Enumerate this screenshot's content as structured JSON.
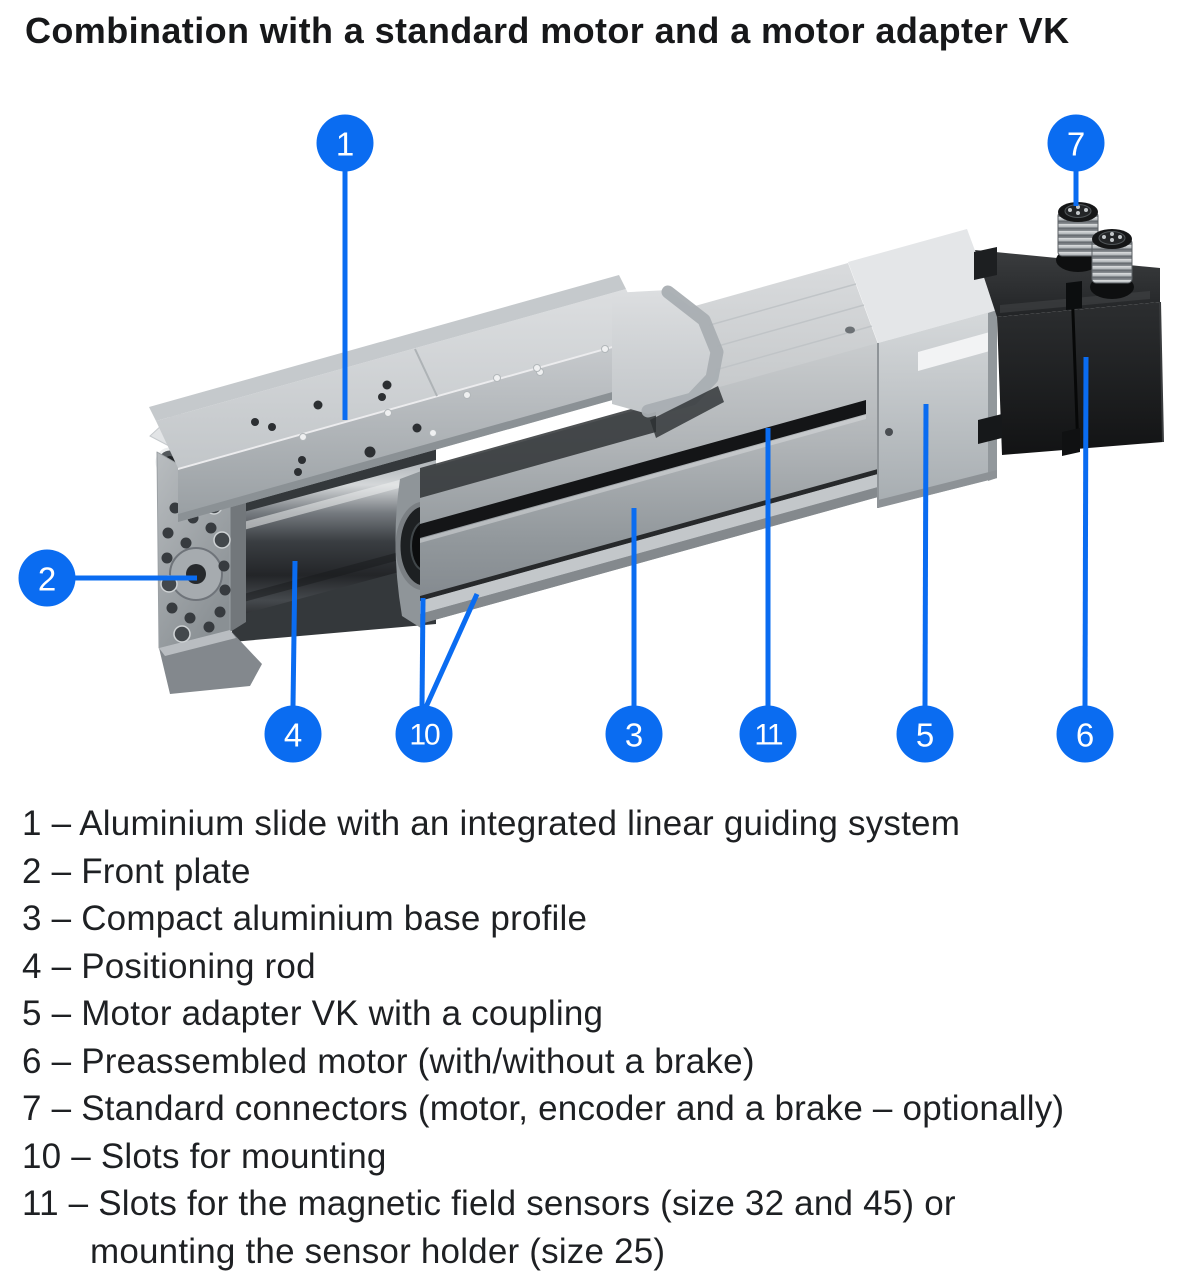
{
  "title": "Combination with a standard motor and a motor adapter VK",
  "theme": {
    "accent": "#0a6cf1",
    "badge_text": "#ffffff",
    "body_text": "#1e2023",
    "background": "#ffffff"
  },
  "figure": {
    "alt": "Rod-style electric linear actuator shown with a standard motor and a motor adapter VK, with numbered part callouts",
    "callouts": [
      {
        "number": "1"
      },
      {
        "number": "2"
      },
      {
        "number": "3"
      },
      {
        "number": "4"
      },
      {
        "number": "5"
      },
      {
        "number": "6"
      },
      {
        "number": "7"
      },
      {
        "number": "10"
      },
      {
        "number": "11"
      }
    ]
  },
  "legend": {
    "items": [
      {
        "prefix": "1 –",
        "label": "Aluminium slide with an integrated linear guiding system"
      },
      {
        "prefix": "2 –",
        "label": "Front plate"
      },
      {
        "prefix": "3 –",
        "label": "Compact aluminium base profile"
      },
      {
        "prefix": "4 –",
        "label": "Positioning rod"
      },
      {
        "prefix": "5 –",
        "label": "Motor adapter VK with a coupling"
      },
      {
        "prefix": "6 –",
        "label": "Preassembled motor (with/without a brake)"
      },
      {
        "prefix": "7 –",
        "label": "Standard connectors (motor, encoder and a brake – optionally)"
      },
      {
        "prefix": "10 –",
        "label": "Slots for mounting"
      },
      {
        "prefix": "11 –",
        "label": "Slots for the magnetic field sensors (size 32 and 45) or",
        "label2": "mounting the sensor holder (size 25)"
      }
    ]
  }
}
